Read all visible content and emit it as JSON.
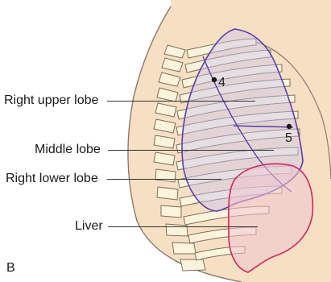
{
  "figure": {
    "panel_letter": "B",
    "labels": {
      "right_upper_lobe": "Right upper lobe",
      "middle_lobe": "Middle lobe",
      "right_lower_lobe": "Right lower lobe",
      "liver": "Liver"
    },
    "markers": {
      "point_4": "4",
      "point_5": "5"
    },
    "colors": {
      "skin_fill": "#f7dfc4",
      "skin_outline": "#8a7a6e",
      "bone_fill": "#fbf4dc",
      "bone_outline": "#7c6f5c",
      "lung_fill": "#c9c6ea",
      "lung_outline": "#5a3fa8",
      "liver_fill": "#f1c4d2",
      "liver_outline": "#d0275c",
      "leader_line": "#333333"
    }
  }
}
